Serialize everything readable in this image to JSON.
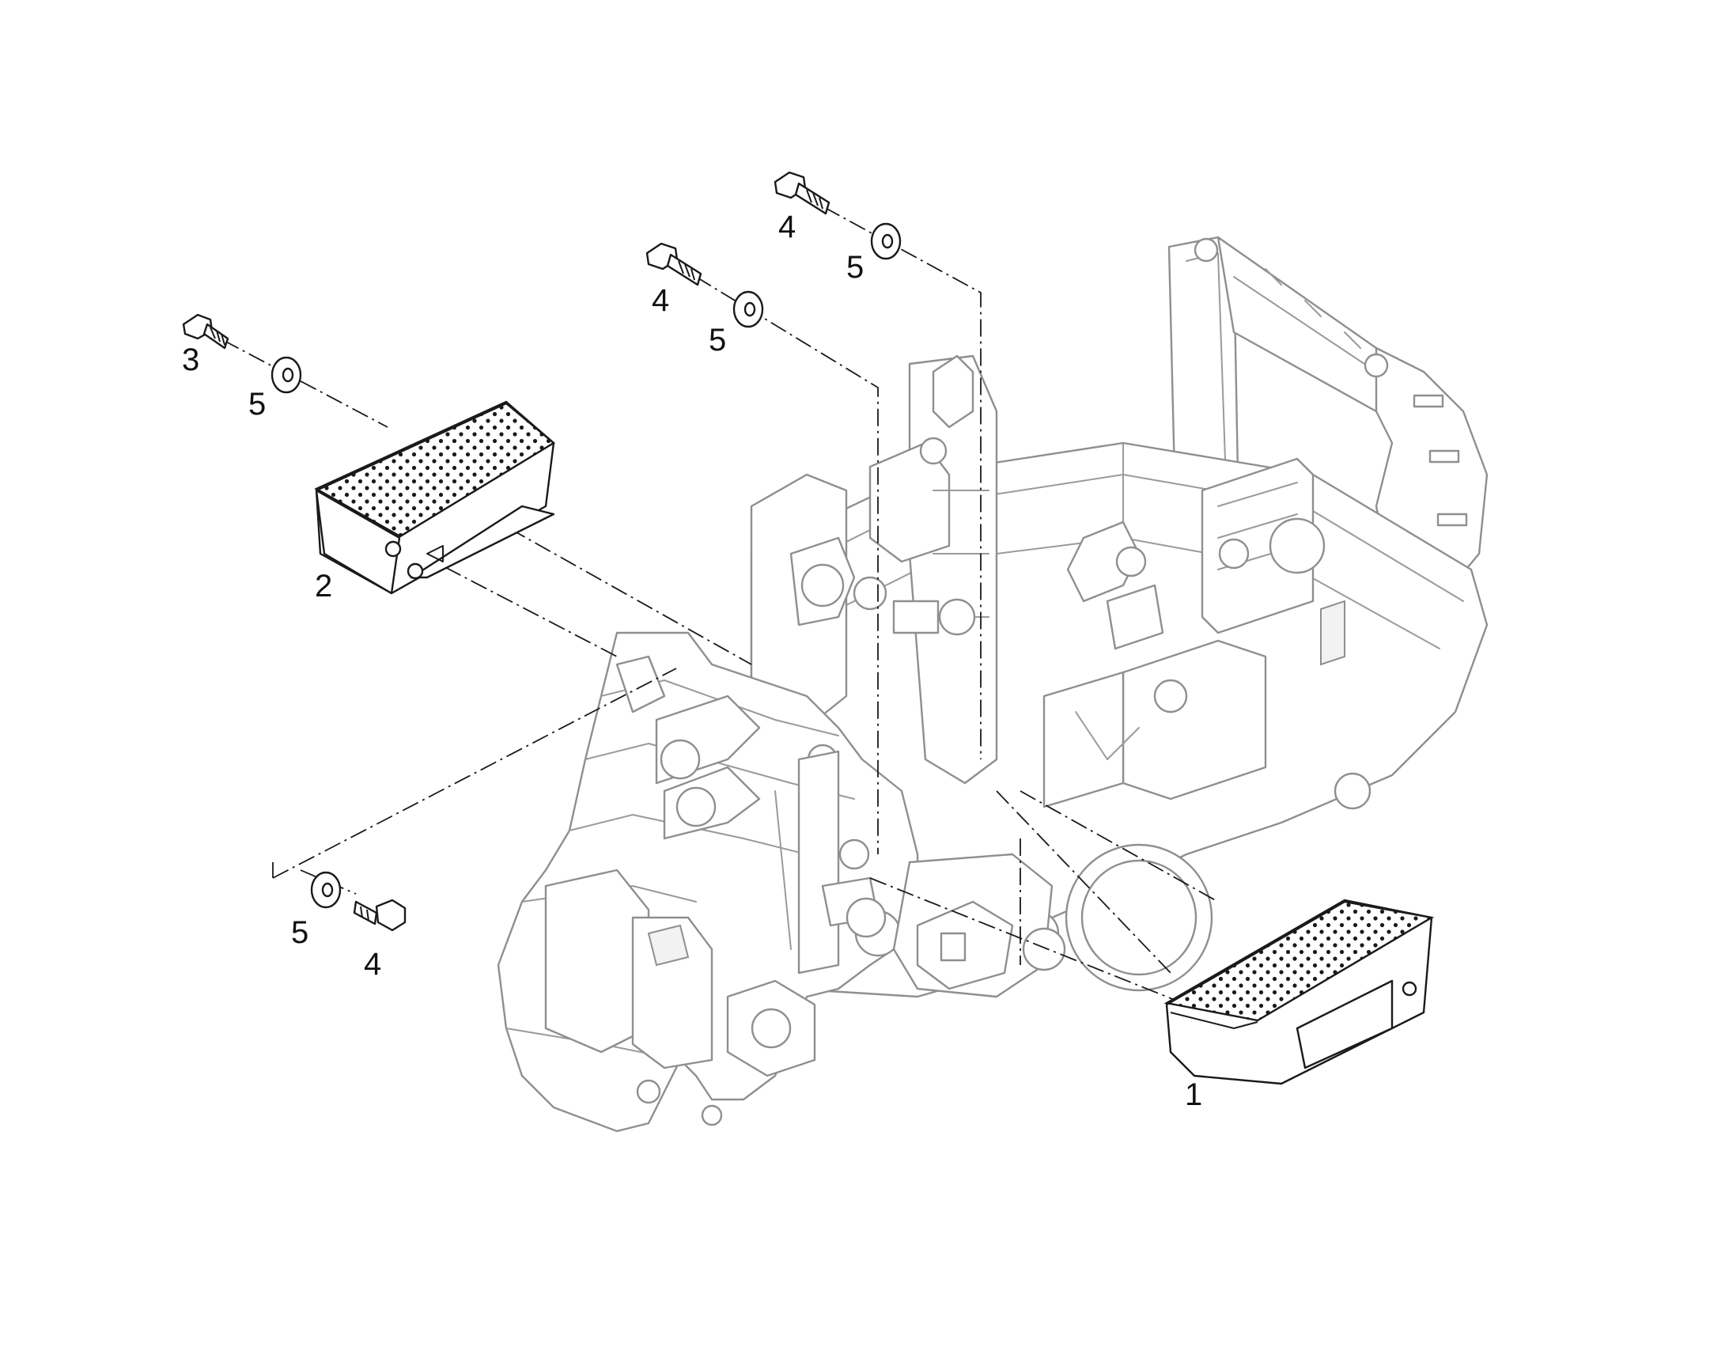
{
  "callouts": [
    {
      "id": "c1",
      "label": "1"
    },
    {
      "id": "c2",
      "label": "2"
    },
    {
      "id": "c3",
      "label": "3"
    },
    {
      "id": "c4a",
      "label": "4"
    },
    {
      "id": "c4b",
      "label": "4"
    },
    {
      "id": "c4c",
      "label": "4"
    },
    {
      "id": "c5a",
      "label": "5"
    },
    {
      "id": "c5b",
      "label": "5"
    },
    {
      "id": "c5c",
      "label": "5"
    },
    {
      "id": "c5d",
      "label": "5"
    }
  ]
}
